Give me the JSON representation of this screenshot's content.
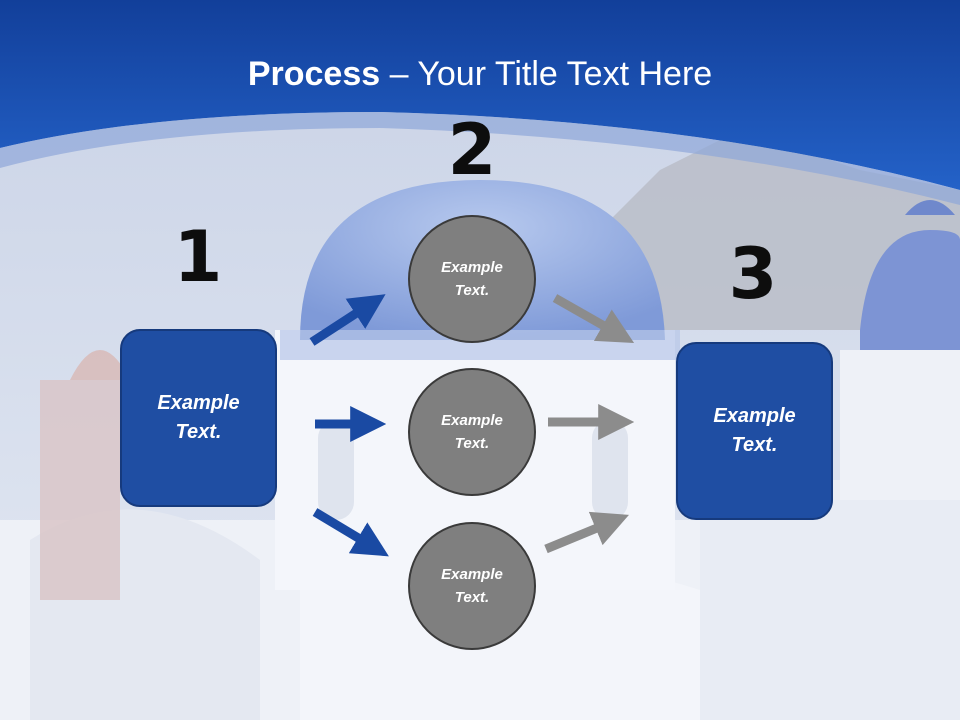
{
  "title": {
    "bold": "Process",
    "rest": " – Your Title Text Here"
  },
  "steps": [
    {
      "number": "1",
      "box_text_line1": "Example",
      "box_text_line2": "Text."
    },
    {
      "number": "2"
    },
    {
      "number": "3",
      "box_text_line1": "Example",
      "box_text_line2": "Text."
    }
  ],
  "circles": [
    {
      "line1": "Example",
      "line2": "Text."
    },
    {
      "line1": "Example",
      "line2": "Text."
    },
    {
      "line1": "Example",
      "line2": "Text."
    }
  ],
  "colors": {
    "header_blue": "#1d4fb0",
    "box_blue": "#1f4ea3",
    "arrow_blue": "#1a4aa3",
    "circle_gray": "#7f7f7f",
    "arrow_gray": "#8c8c8c"
  }
}
